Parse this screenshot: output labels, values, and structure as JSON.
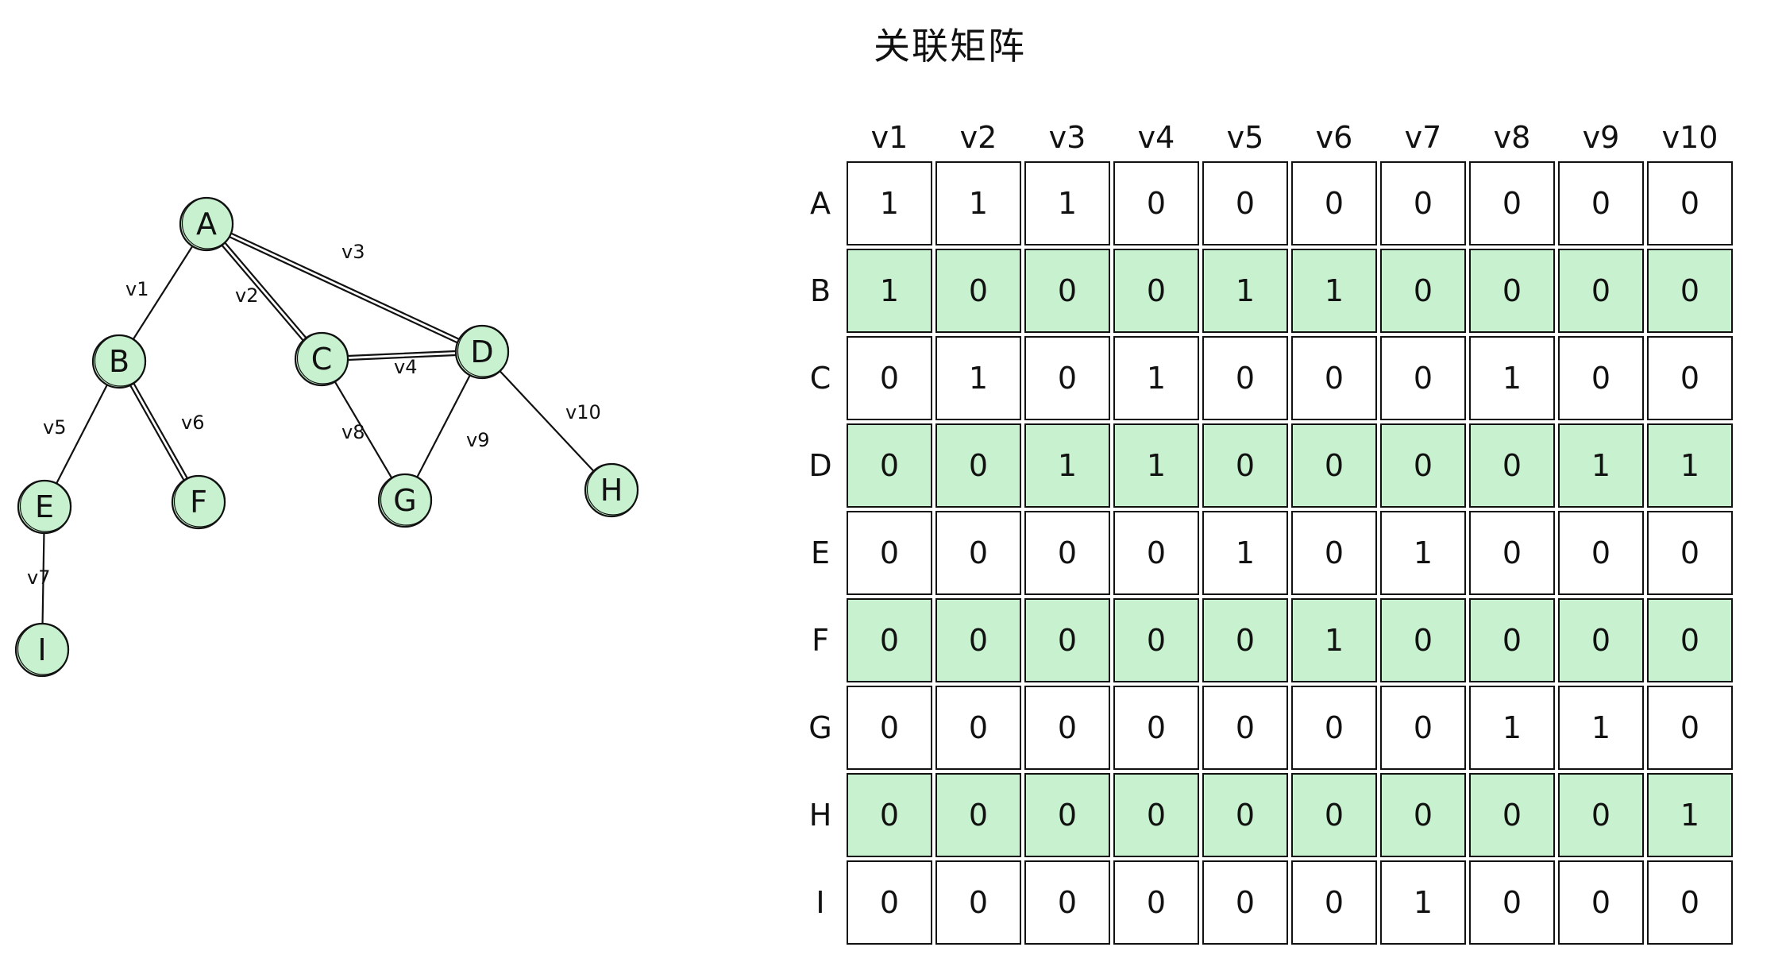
{
  "title": "关联矩阵",
  "graph": {
    "nodes": [
      {
        "id": "A",
        "label": "A"
      },
      {
        "id": "B",
        "label": "B"
      },
      {
        "id": "C",
        "label": "C"
      },
      {
        "id": "D",
        "label": "D"
      },
      {
        "id": "E",
        "label": "E"
      },
      {
        "id": "F",
        "label": "F"
      },
      {
        "id": "G",
        "label": "G"
      },
      {
        "id": "H",
        "label": "H"
      },
      {
        "id": "I",
        "label": "I"
      }
    ],
    "edges": [
      {
        "id": "v1",
        "label": "v1",
        "from": "A",
        "to": "B"
      },
      {
        "id": "v2",
        "label": "v2",
        "from": "A",
        "to": "C"
      },
      {
        "id": "v3",
        "label": "v3",
        "from": "A",
        "to": "D"
      },
      {
        "id": "v4",
        "label": "v4",
        "from": "C",
        "to": "D"
      },
      {
        "id": "v5",
        "label": "v5",
        "from": "B",
        "to": "E"
      },
      {
        "id": "v6",
        "label": "v6",
        "from": "B",
        "to": "F"
      },
      {
        "id": "v7",
        "label": "v7",
        "from": "E",
        "to": "I"
      },
      {
        "id": "v8",
        "label": "v8",
        "from": "C",
        "to": "G"
      },
      {
        "id": "v9",
        "label": "v9",
        "from": "D",
        "to": "G"
      },
      {
        "id": "v10",
        "label": "v10",
        "from": "D",
        "to": "H"
      }
    ],
    "node_fill": "#c8f2cf",
    "stroke": "#111111"
  },
  "matrix": {
    "columns": [
      "v1",
      "v2",
      "v3",
      "v4",
      "v5",
      "v6",
      "v7",
      "v8",
      "v9",
      "v10"
    ],
    "rows": [
      {
        "label": "A",
        "values": [
          "1",
          "1",
          "1",
          "0",
          "0",
          "0",
          "0",
          "0",
          "0",
          "0"
        ]
      },
      {
        "label": "B",
        "values": [
          "1",
          "0",
          "0",
          "0",
          "1",
          "1",
          "0",
          "0",
          "0",
          "0"
        ]
      },
      {
        "label": "C",
        "values": [
          "0",
          "1",
          "0",
          "1",
          "0",
          "0",
          "0",
          "1",
          "0",
          "0"
        ]
      },
      {
        "label": "D",
        "values": [
          "0",
          "0",
          "1",
          "1",
          "0",
          "0",
          "0",
          "0",
          "1",
          "1"
        ]
      },
      {
        "label": "E",
        "values": [
          "0",
          "0",
          "0",
          "0",
          "1",
          "0",
          "1",
          "0",
          "0",
          "0"
        ]
      },
      {
        "label": "F",
        "values": [
          "0",
          "0",
          "0",
          "0",
          "0",
          "1",
          "0",
          "0",
          "0",
          "0"
        ]
      },
      {
        "label": "G",
        "values": [
          "0",
          "0",
          "0",
          "0",
          "0",
          "0",
          "0",
          "1",
          "1",
          "0"
        ]
      },
      {
        "label": "H",
        "values": [
          "0",
          "0",
          "0",
          "0",
          "0",
          "0",
          "0",
          "0",
          "0",
          "1"
        ]
      },
      {
        "label": "I",
        "values": [
          "0",
          "0",
          "0",
          "0",
          "0",
          "0",
          "1",
          "0",
          "0",
          "0"
        ]
      }
    ],
    "shaded_fill": "#c8f2cf"
  }
}
